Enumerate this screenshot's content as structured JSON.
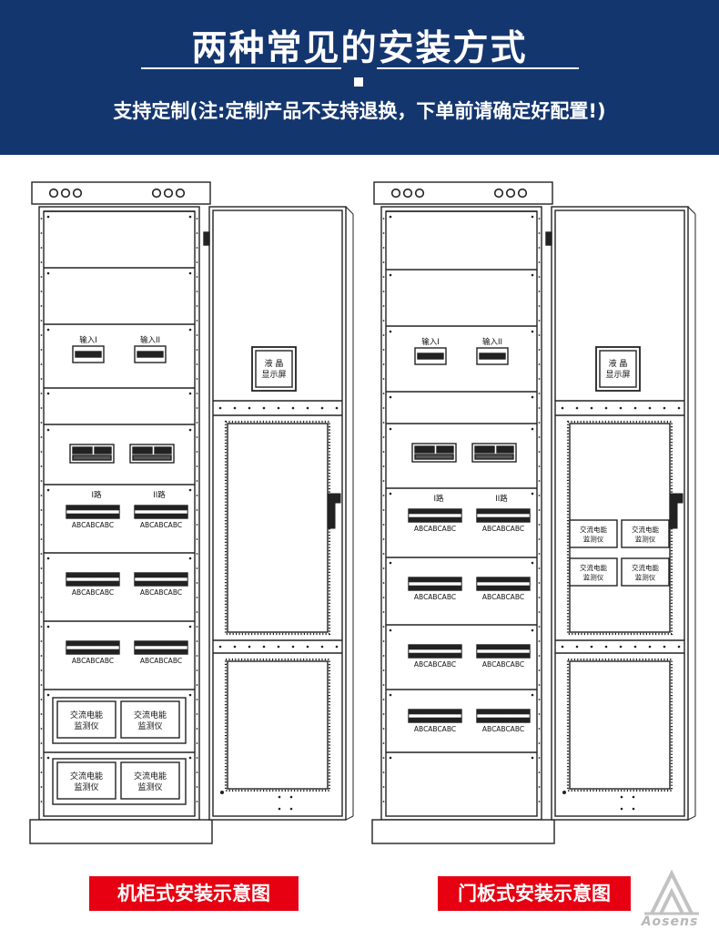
{
  "banner": {
    "title": "两种常见的安装方式",
    "subtitle": "支持定制(注:定制产品不支持退换，下单前请确定好配置!)",
    "bg_color": "#14366f"
  },
  "panel": {
    "input1_label": "输入I",
    "input2_label": "输入II",
    "route1_label": "I路",
    "route2_label": "II路",
    "terminal_label": "ABCABCABC",
    "lcd_line1": "液 晶",
    "lcd_line2": "显示屏",
    "meter_line1": "交流电能",
    "meter_line2": "监测仪",
    "meter_small_line1": "交流电能",
    "meter_small_line2": "监测仪"
  },
  "captions": {
    "cabinet": "机柜式安装示意图",
    "door": "门板式安装示意图",
    "accent_color": "#e60012"
  },
  "brand": {
    "name": "Aosens",
    "icon": "aosens-logo-icon"
  }
}
